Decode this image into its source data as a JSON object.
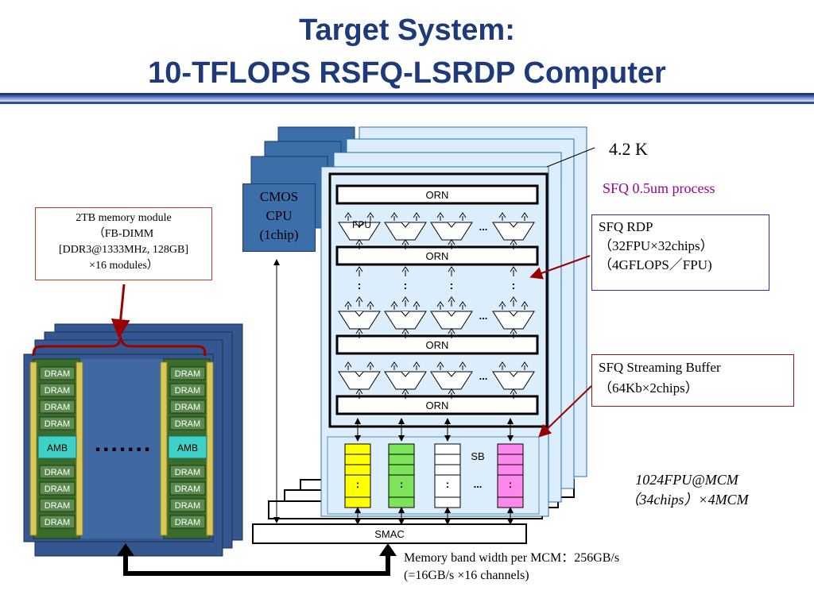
{
  "title": {
    "line1": "Target System:",
    "line2": "10-TFLOPS RSFQ-LSRDP Computer"
  },
  "colors": {
    "title": "#1f3a7a",
    "memory_board": "#34578f",
    "cmos_board": "#3c6eaa",
    "sfq_board": "#dceefb",
    "sfq_border": "#2b6ea8",
    "fpu_yellow": "#ffff00",
    "fpu_green": "#7de35a",
    "fpu_pink": "#ff88ee",
    "amb": "#3fd1c8",
    "dram": "#5c8a4f",
    "accent_purple": "#990099",
    "arrow_red": "#990000"
  },
  "labels": {
    "temperature": "4.2 K",
    "process": "SFQ 0.5um process",
    "cmos": "CMOS CPU (1chip)",
    "cmos_lines": [
      "CMOS",
      "CPU",
      "(1chip)"
    ],
    "orn": "ORN",
    "fpu": "FPU",
    "sb": "SB",
    "smac": "SMAC",
    "dram": "DRAM",
    "amb": "AMB",
    "ellipsis": "...",
    "vdots": ":"
  },
  "memory_box": {
    "lines": [
      "2TB memory module",
      "（FB-DIMM",
      "[DDR3@1333MHz, 128GB]",
      "×16 modules）"
    ]
  },
  "rdp_box": {
    "lines": [
      "SFQ RDP",
      "（32FPU×32chips）",
      "（4GFLOPS／FPU)"
    ]
  },
  "buffer_box": {
    "lines": [
      "SFQ Streaming Buffer",
      "（64Kb×2chips）"
    ]
  },
  "mcm_note": {
    "lines": [
      "1024FPU@MCM",
      "（34chips）×4MCM"
    ]
  },
  "bandwidth": {
    "lines": [
      "Memory band width per MCM：256GB/s",
      "(=16GB/s  ×16 channels)"
    ]
  }
}
